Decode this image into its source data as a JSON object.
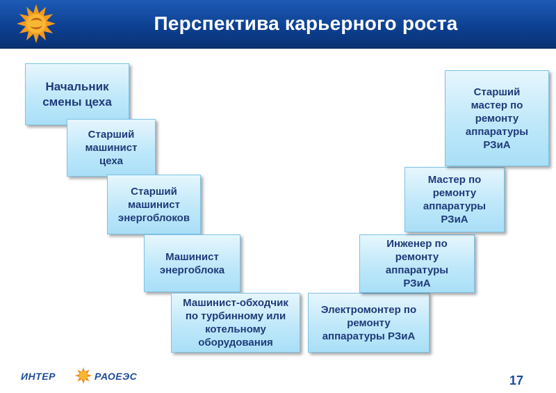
{
  "header": {
    "title": "Перспектива карьерного роста",
    "logo_icon": "sun-logo-icon",
    "color": "#0c3f8f"
  },
  "left_ladder": [
    "Начальник\nсмены цеха",
    "Старший\nмашинист\nцеха",
    "Старший\nмашинист\nэнергоблоков",
    "Машинист\nэнергоблока",
    "Машинист-обходчик\nпо  турбинному или\nкотельному\nоборудования"
  ],
  "right_ladder": [
    "Электромонтер по\nремонту\nаппаратуры РЗиА",
    "Инженер  по\nремонту\nаппаратуры\nРЗиА",
    "Мастер по\nремонту\nаппаратуры\nРЗиА",
    "Старший\nмастер по\nремонту\nаппаратуры\nРЗиА"
  ],
  "footer": {
    "logo_left": "ИНТЕР",
    "logo_right": "РАОЕЭС",
    "logo_icon": "sun-logo-icon",
    "page_number": "17"
  },
  "colors": {
    "box_fill": "#bfe8fa",
    "box_text": "#1f3a7a",
    "logo_orange": "#f28a1a"
  }
}
